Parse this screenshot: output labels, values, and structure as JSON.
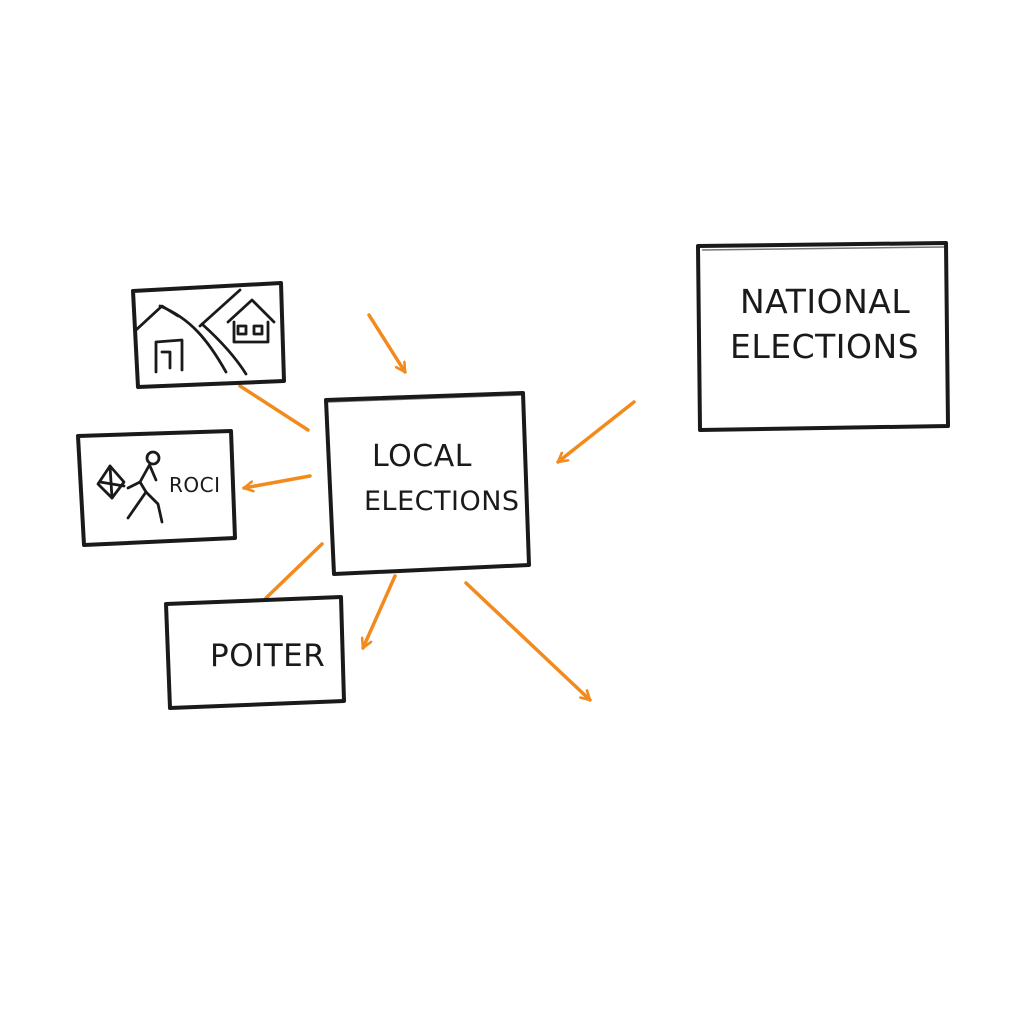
{
  "colors": {
    "background": "#ffffff",
    "ink": "#1a1a1a",
    "arrow": "#f28a1e"
  },
  "diagram": {
    "local_box": {
      "line1": "LOCAL",
      "line2": "ELECTIONS"
    },
    "national_box": {
      "line1": "NATIONAL",
      "line2": "ELECTIONS"
    },
    "houses_box": {
      "icon": "houses-road-icon"
    },
    "voter_box": {
      "icon": "voter-figure-icon",
      "label": "ROCI"
    },
    "poster_box": {
      "label": "POITER"
    }
  }
}
